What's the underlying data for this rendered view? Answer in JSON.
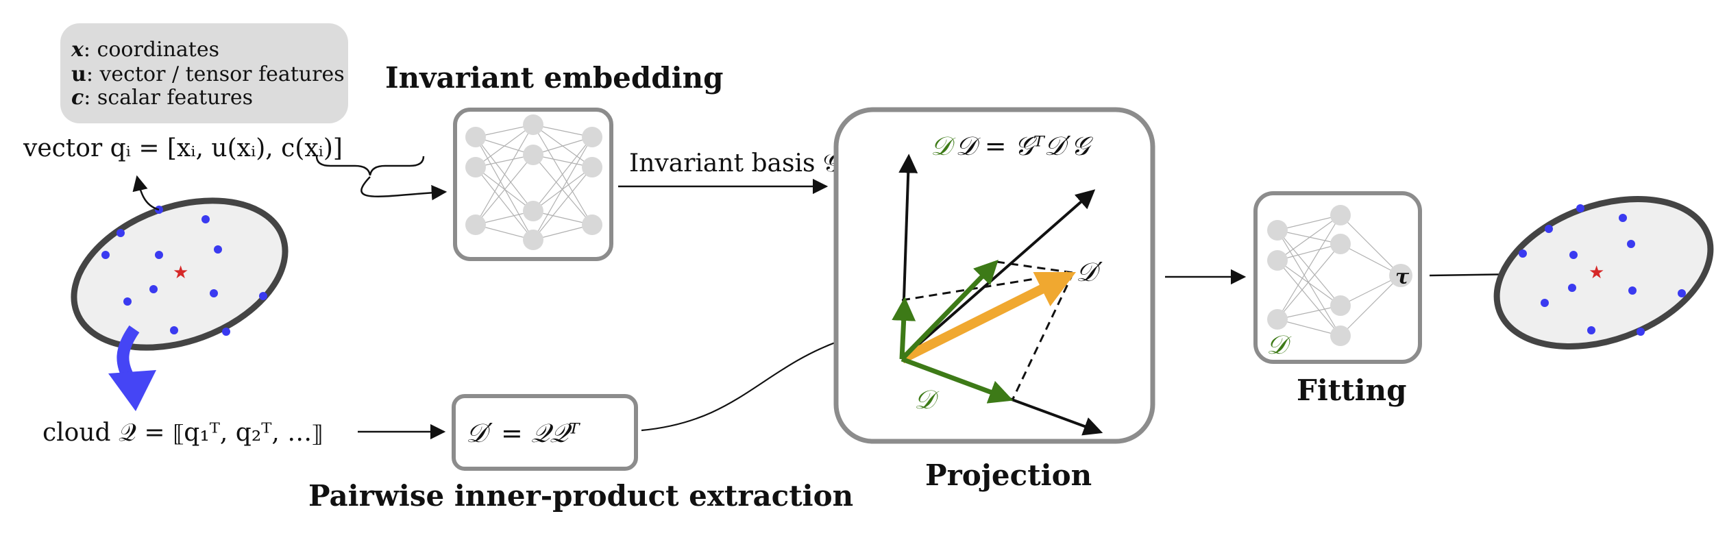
{
  "legend": {
    "lines": [
      {
        "sym": "x",
        "text": ": coordinates"
      },
      {
        "sym": "u",
        "text": ": vector / tensor features"
      },
      {
        "sym": "c",
        "text": ": scalar features"
      }
    ]
  },
  "vector_formula": "vector  qᵢ = [xᵢ, u(xᵢ), c(xᵢ)]",
  "cloud_formula": "cloud  𝒬 = ⟦q₁ᵀ, q₂ᵀ, …⟧",
  "pairwise_formula": "𝒟′ = 𝒬𝒬ᵀ",
  "titles": {
    "invariant_embedding": "Invariant embedding",
    "pairwise": "Pairwise inner-product extraction",
    "projection": "Projection",
    "fitting": "Fitting"
  },
  "invariant_basis_label": "Invariant basis 𝒢",
  "projection_formula": "𝒟 = 𝒢ᵀ𝒟′𝒢",
  "projection_dprime": "𝒟′",
  "projection_d": "𝒟",
  "fitting_d": "𝒟",
  "fitting_tau": "τ",
  "colors": {
    "point": "#3a3af0",
    "star": "#d62828",
    "green": "#3d7a17",
    "orange": "#f0a830",
    "blue_arrow": "#4545f5",
    "box": "#8c8c8c",
    "ellipse_fill": "#efefef"
  }
}
